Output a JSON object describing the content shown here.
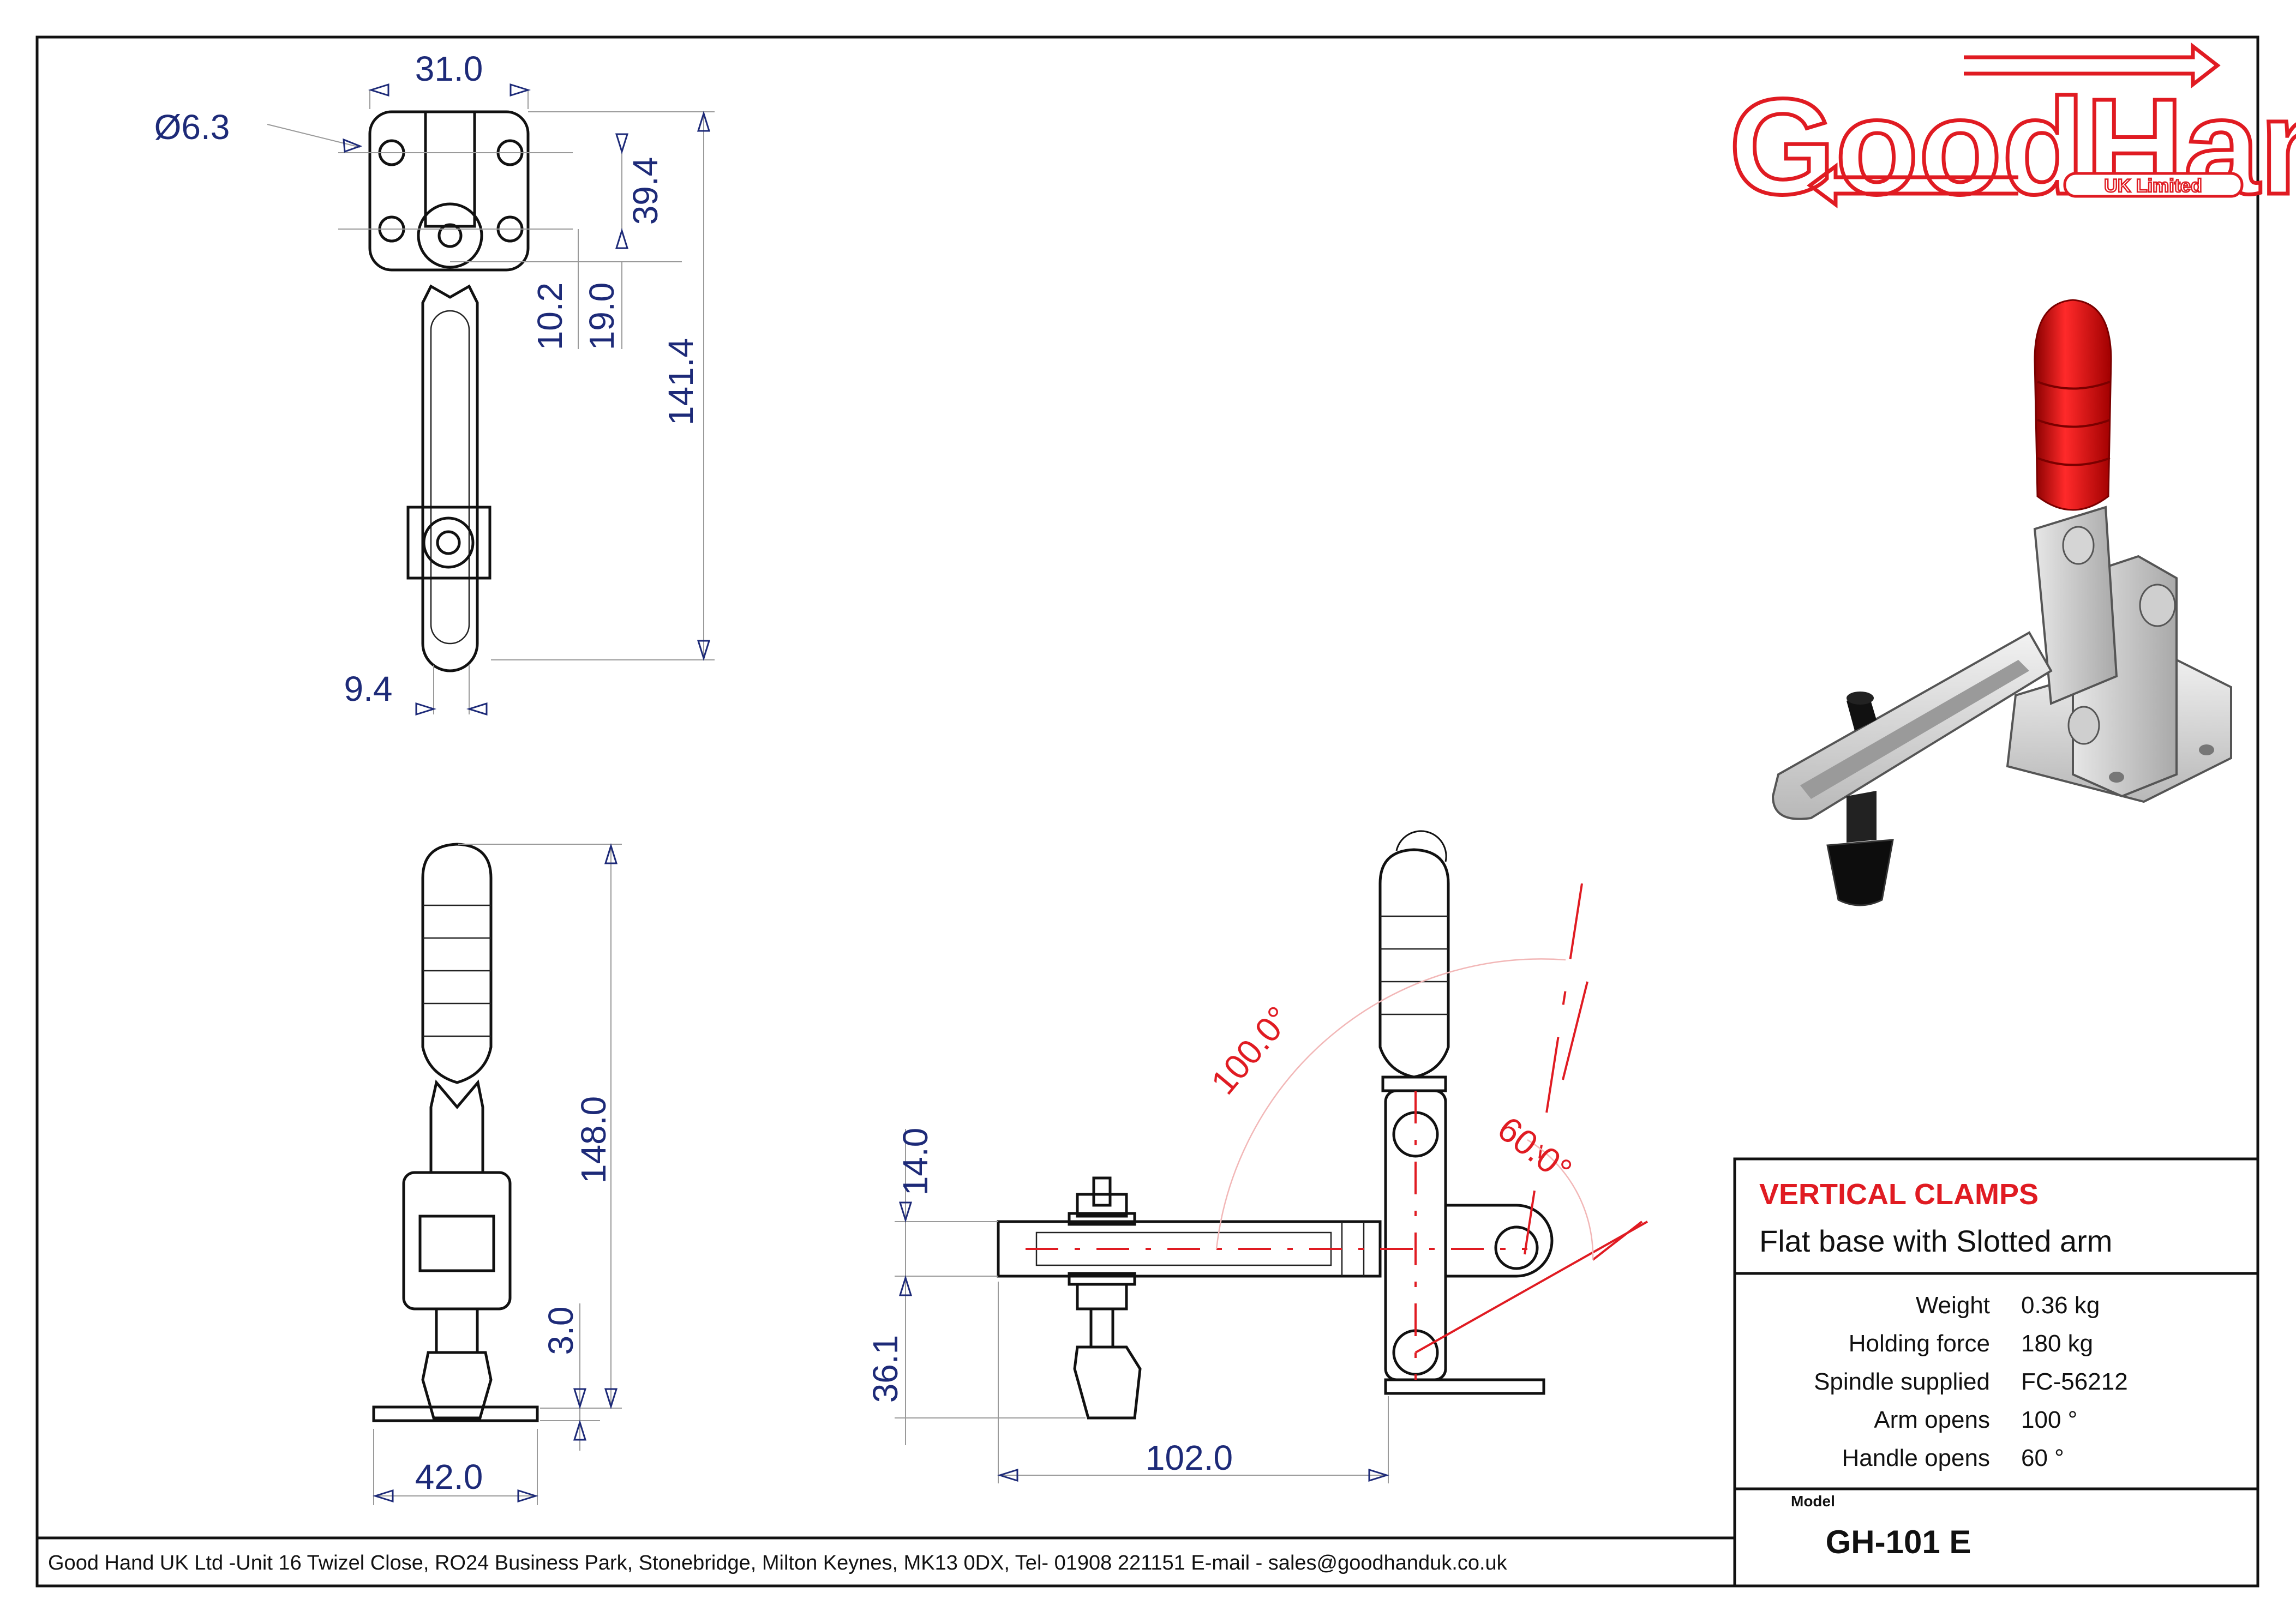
{
  "logo": {
    "brand": "GoodHand",
    "tagline": "UK Limited"
  },
  "dimensions": {
    "hole_diameter": "Ø6.3",
    "base_width": "31.0",
    "hole_spacing": "39.4",
    "dim_10_2": "10.2",
    "dim_19_0": "19.0",
    "overall_length_top": "141.4",
    "arm_width": "9.4",
    "overall_height": "148.0",
    "base_thickness": "3.0",
    "base_length": "42.0",
    "spindle_offset": "14.0",
    "spindle_height": "36.1",
    "arm_reach": "102.0",
    "arm_angle": "100.0°",
    "handle_angle": "60.0°"
  },
  "title_block": {
    "title": "VERTICAL CLAMPS",
    "subtitle": "Flat base with Slotted arm",
    "specs": [
      {
        "label": "Weight",
        "value": "0.36 kg"
      },
      {
        "label": "Holding force",
        "value": "180 kg"
      },
      {
        "label": "Spindle supplied",
        "value": "FC-56212"
      },
      {
        "label": "Arm opens",
        "value": "100 °"
      },
      {
        "label": "Handle opens",
        "value": "60 °"
      }
    ],
    "model_label": "Model",
    "model": "GH-101 E"
  },
  "footer": "Good Hand UK Ltd -Unit 16 Twizel Close, RO24 Business Park, Stonebridge, Milton Keynes, MK13 0DX, Tel- 01908 221151 E-mail - sales@goodhanduk.co.uk",
  "colors": {
    "accent": "#e01b22",
    "dimension": "#1d2a78",
    "line": "#111111"
  }
}
